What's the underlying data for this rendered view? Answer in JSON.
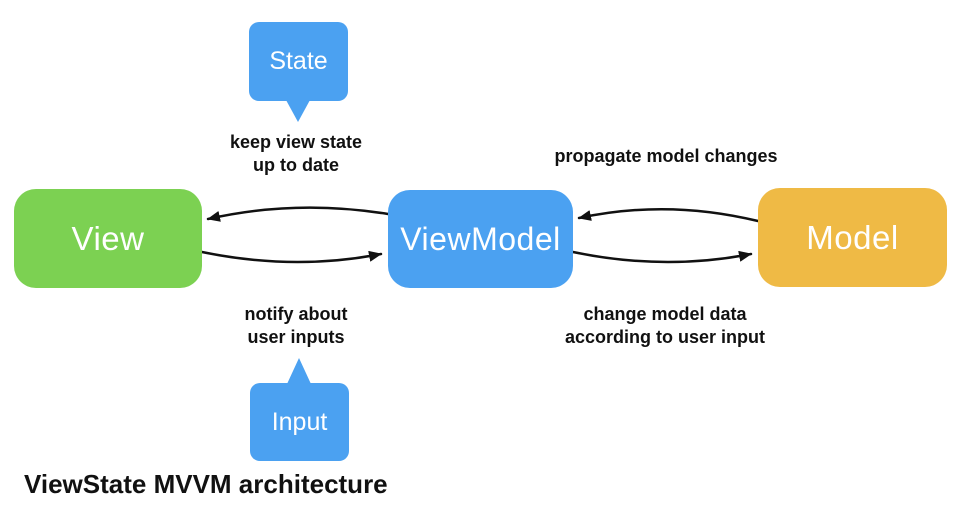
{
  "title": "ViewState MVVM architecture",
  "colors": {
    "green": "#7CD152",
    "blue": "#4BA1F1",
    "orange": "#EFBA45",
    "arrow": "#111111"
  },
  "nodes": {
    "view": "View",
    "viewmodel": "ViewModel",
    "model": "Model"
  },
  "bubbles": {
    "state": "State",
    "input": "Input"
  },
  "edge_labels": {
    "keep_state": "keep view state\nup to date",
    "propagate": "propagate model changes",
    "notify": "notify about\nuser inputs",
    "change": "change model data\naccording to user input"
  }
}
